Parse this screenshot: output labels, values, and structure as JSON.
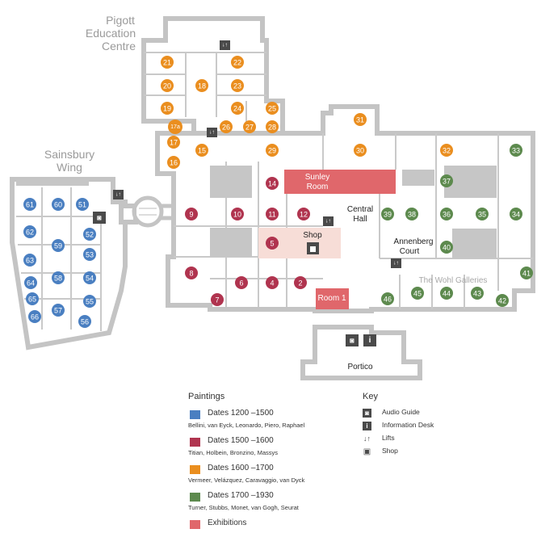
{
  "colors": {
    "blue": "#4a7fc1",
    "red": "#b0344f",
    "orange": "#ea8e1f",
    "green": "#5d8a4e",
    "exhibition": "#e0676b",
    "shop_fill": "#f7ddd7",
    "walls": "#c4c4c4",
    "floor": "#ffffff"
  },
  "wings": {
    "pigott": [
      "Pigott",
      "Education",
      "Centre"
    ],
    "sainsbury": [
      "Sainsbury",
      "Wing"
    ]
  },
  "named_rooms": {
    "sunley": [
      "Sunley",
      "Room"
    ],
    "central": [
      "Central",
      "Hall"
    ],
    "annenberg": [
      "Annenberg",
      "Court"
    ],
    "shop": "Shop",
    "room1": "Room 1",
    "wohl": "The Wohl Galleries",
    "portico": "Portico"
  },
  "rooms": {
    "blue": [
      "51",
      "52",
      "53",
      "54",
      "55",
      "56",
      "57",
      "58",
      "59",
      "60",
      "61",
      "62",
      "63",
      "64",
      "65",
      "66"
    ],
    "red": [
      "2",
      "4",
      "5",
      "6",
      "7",
      "8",
      "9",
      "10",
      "11",
      "12",
      "14"
    ],
    "orange": [
      "15",
      "16",
      "17",
      "17a",
      "18",
      "19",
      "20",
      "21",
      "22",
      "23",
      "24",
      "25",
      "26",
      "27",
      "28",
      "29",
      "30",
      "31",
      "32"
    ],
    "green": [
      "33",
      "34",
      "35",
      "36",
      "37",
      "38",
      "39",
      "40",
      "41",
      "42",
      "43",
      "44",
      "45",
      "46"
    ]
  },
  "legend": {
    "paintings_heading": "Paintings",
    "key_heading": "Key",
    "periods": [
      {
        "title": "Dates 1200 –1500",
        "artists": "Bellini, van Eyck, Leonardo, Piero, Raphael",
        "color": "blue"
      },
      {
        "title": "Dates 1500 –1600",
        "artists": "Titian, Holbein, Bronzino, Massys",
        "color": "red"
      },
      {
        "title": "Dates 1600 –1700",
        "artists": "Vermeer, Velázquez, Caravaggio, van Dyck",
        "color": "orange"
      },
      {
        "title": "Dates 1700 –1930",
        "artists": "Turner, Stubbs, Monet, van Gogh, Seurat",
        "color": "green"
      }
    ],
    "exhibitions_label": "Exhibitions",
    "key_items": [
      {
        "icon": "audio-guide-icon",
        "label": "Audio Guide"
      },
      {
        "icon": "information-icon",
        "label": "Information Desk"
      },
      {
        "icon": "lift-icon",
        "label": "Lifts"
      },
      {
        "icon": "shop-icon",
        "label": "Shop"
      }
    ]
  }
}
